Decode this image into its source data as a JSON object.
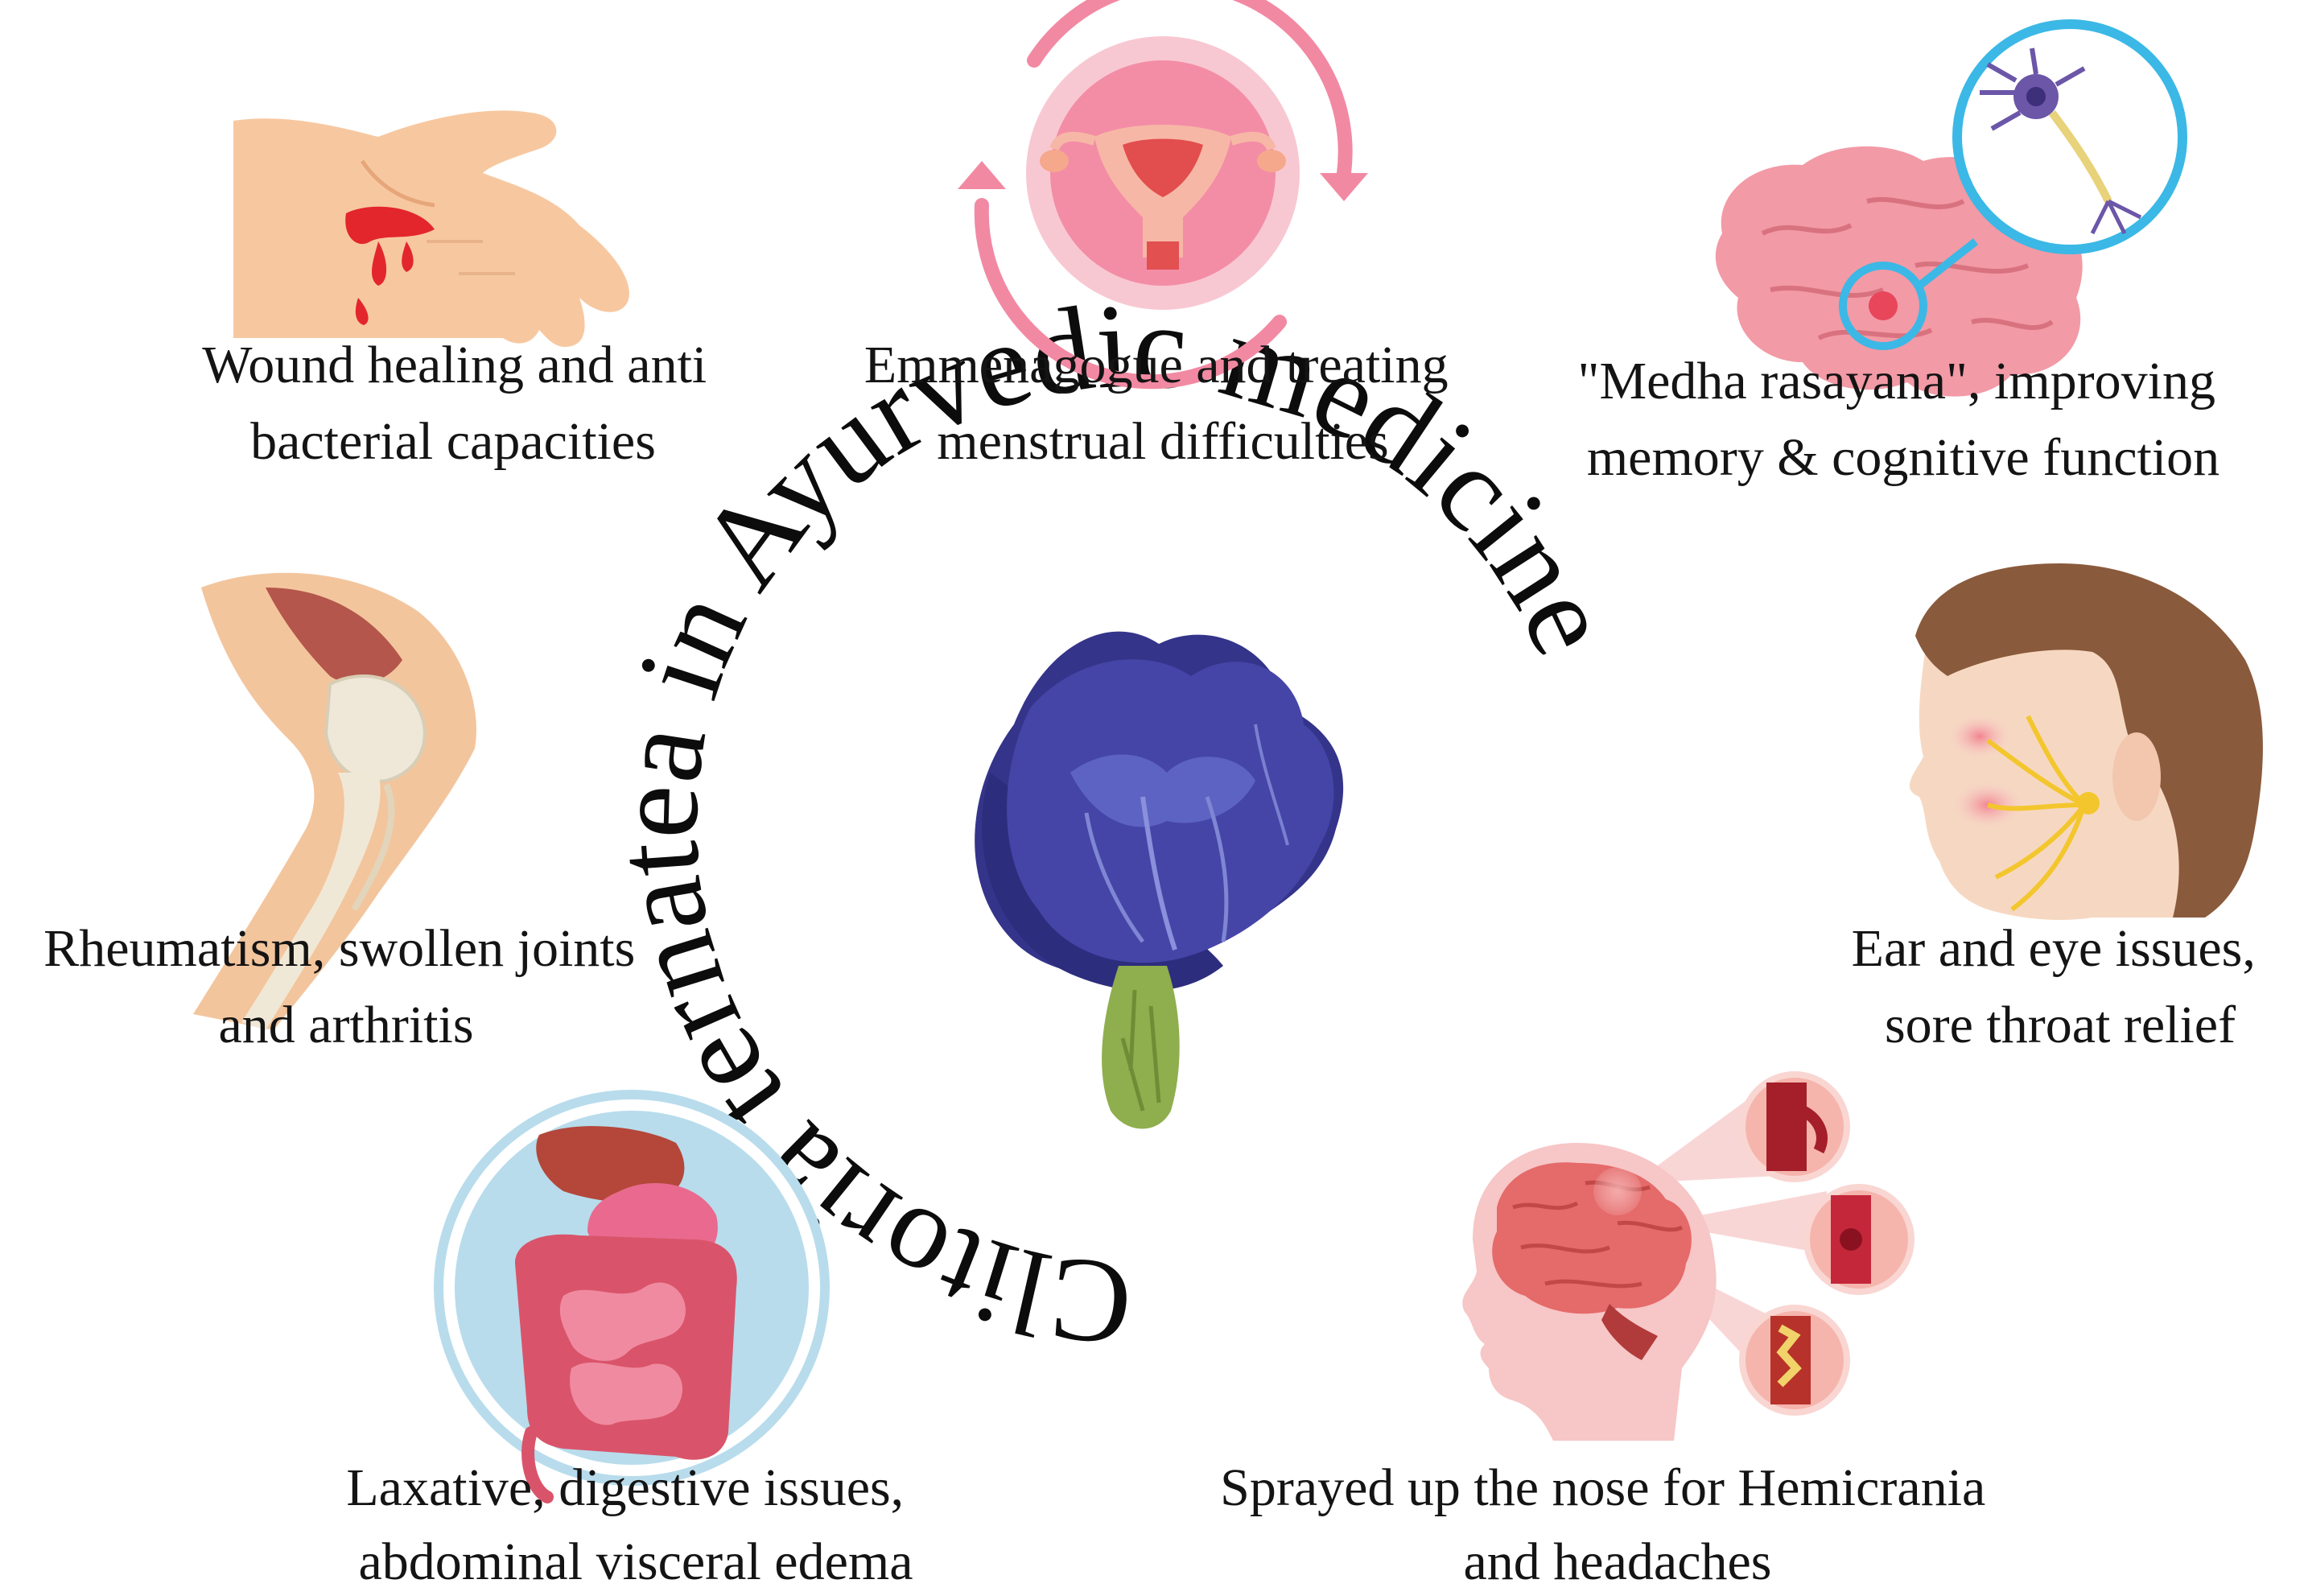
{
  "center": {
    "circular_title": "Clitoria ternatea in Ayurvedic medicine",
    "icon": "butterfly-pea-flower-icon"
  },
  "benefits": [
    {
      "icon": "bleeding-hand-icon",
      "lines": [
        "Wound healing and anti",
        "bacterial capacities"
      ]
    },
    {
      "icon": "uterus-cycle-icon",
      "lines": [
        "Emmenagogue and treating",
        "menstrual difficulties"
      ]
    },
    {
      "icon": "brain-neuron-icon",
      "lines": [
        "\"Medha rasayana\", improving",
        "memory & cognitive function"
      ]
    },
    {
      "icon": "knee-joint-icon",
      "lines": [
        "Rheumatism, swollen joints",
        "and arthritis"
      ]
    },
    {
      "icon": "face-nerve-icon",
      "lines": [
        "Ear and eye issues,",
        "sore throat relief"
      ]
    },
    {
      "icon": "digestive-system-icon",
      "lines": [
        "Laxative, digestive issues,",
        "abdominal visceral edema"
      ]
    },
    {
      "icon": "head-migraine-icon",
      "lines": [
        "Sprayed up the nose for Hemicrania",
        "and headaches"
      ]
    }
  ],
  "colors": {
    "skin": "#f7c8a0",
    "blood": "#e3262b",
    "flower": "#3f3f9e",
    "uterus_bg": "#f38da6",
    "brain": "#f29aa6",
    "neuron_ring": "#3bb8e6",
    "hair": "#8a5a3c",
    "gut_ring": "#b8dcec",
    "stem": "#8fae4e"
  }
}
